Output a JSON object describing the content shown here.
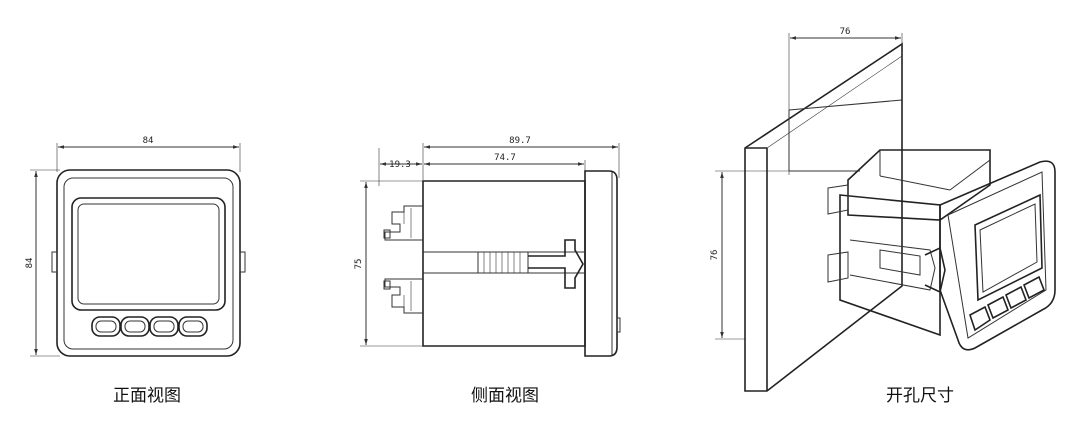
{
  "front_view": {
    "caption": "正面视图",
    "width_dim": "84",
    "height_dim": "84"
  },
  "side_view": {
    "caption": "侧面视图",
    "total_depth_dim": "89.7",
    "body_depth_dim": "74.7",
    "clip_dim": "19.3",
    "height_dim": "75"
  },
  "cutout_view": {
    "caption": "开孔尺寸",
    "width_dim": "76",
    "height_dim": "76"
  }
}
